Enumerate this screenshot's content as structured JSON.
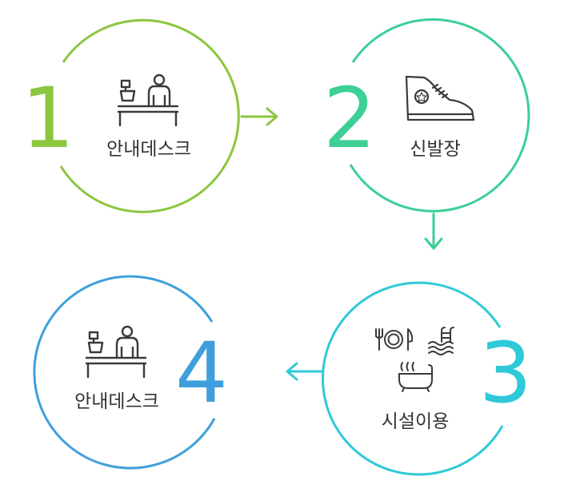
{
  "flow": {
    "steps": [
      {
        "number": "1",
        "label": "안내데스크",
        "color": "#8cc63f",
        "icon": "reception-desk-icon"
      },
      {
        "number": "2",
        "label": "신발장",
        "color": "#3ccf96",
        "icon": "sneaker-icon"
      },
      {
        "number": "3",
        "label": "시설이용",
        "color": "#2fc9d8",
        "icons": [
          "dining-icon",
          "swimming-pool-icon",
          "bathtub-icon"
        ]
      },
      {
        "number": "4",
        "label": "안내데스크",
        "color": "#3f9fdc",
        "icon": "reception-desk-icon"
      }
    ],
    "arrows": [
      {
        "direction": "right",
        "color": "#8cc63f"
      },
      {
        "direction": "down",
        "color": "#3ccf96"
      },
      {
        "direction": "left",
        "color": "#2fc9d8"
      }
    ],
    "text_color": "#333333"
  }
}
